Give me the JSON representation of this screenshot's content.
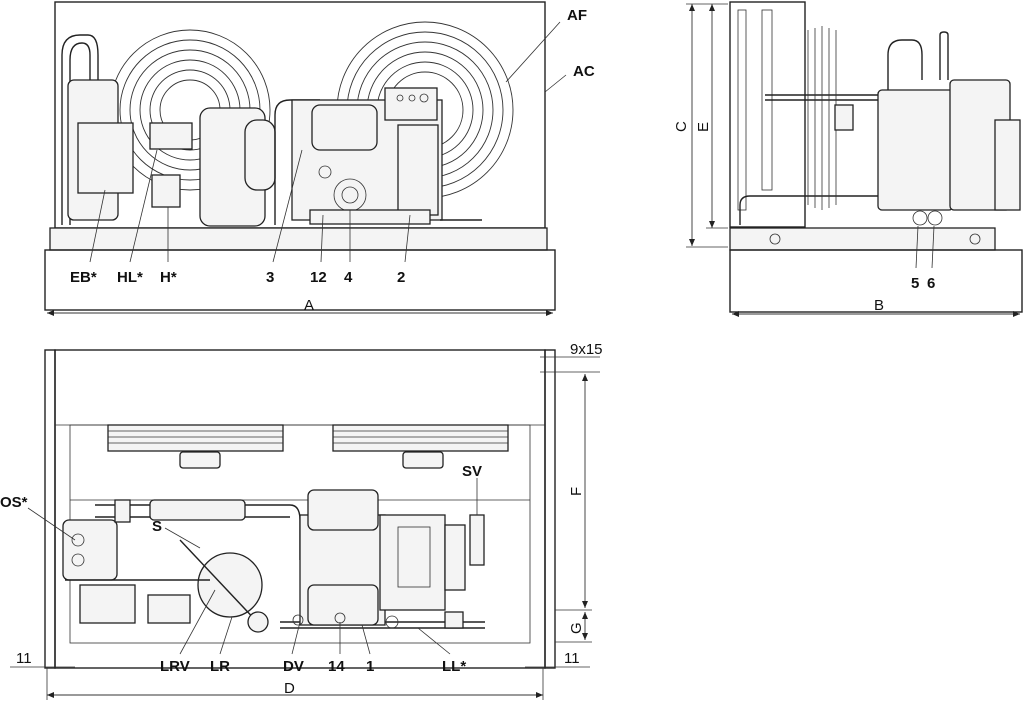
{
  "front_view": {
    "labels": {
      "af": "AF",
      "ac": "AC",
      "eb": "EB*",
      "hl": "HL*",
      "h": "H*",
      "n3": "3",
      "n12": "12",
      "n4": "4",
      "n2": "2"
    },
    "dimension": "A"
  },
  "side_view": {
    "labels": {
      "n5": "5",
      "n6": "6"
    },
    "dimensions": {
      "c": "C",
      "e": "E",
      "b": "B"
    }
  },
  "top_view": {
    "labels": {
      "os": "OS*",
      "s": "S",
      "sv": "SV",
      "lrv": "LRV",
      "lr": "LR",
      "dv": "DV",
      "n14": "14",
      "n1": "1",
      "ll": "LL*"
    },
    "dimensions": {
      "hole": "9x15",
      "f": "F",
      "g": "G",
      "d": "D",
      "left_11": "11",
      "right_11": "11"
    }
  }
}
